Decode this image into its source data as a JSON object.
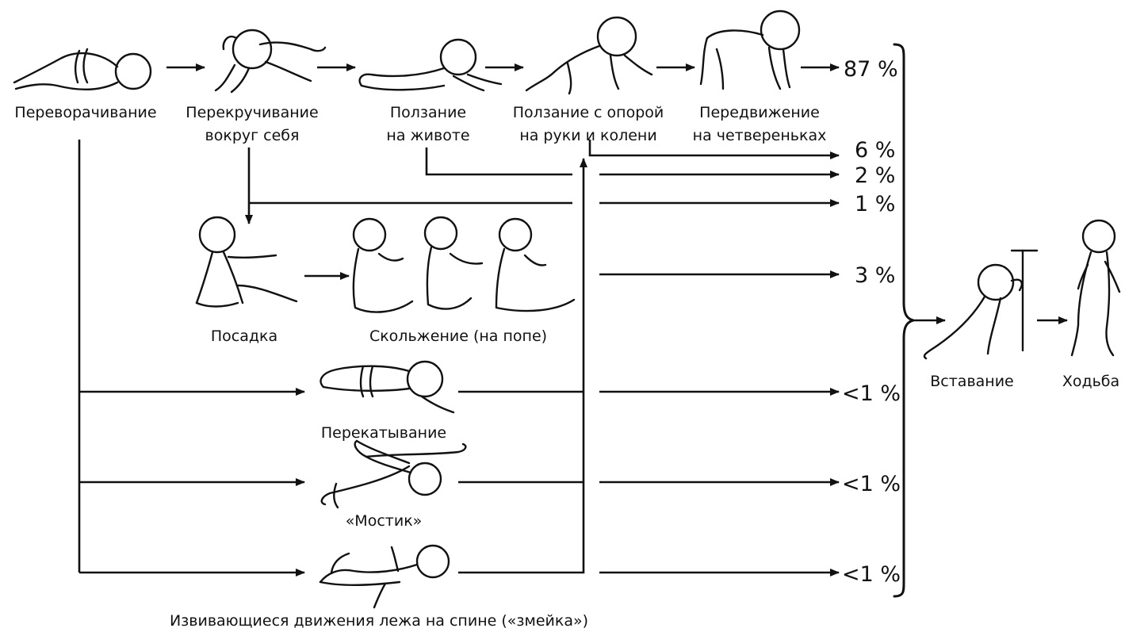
{
  "stages": {
    "rolling_over": "Переворачивание",
    "pivoting_1": "Перекручивание",
    "pivoting_2": "вокруг себя",
    "belly_crawl_1": "Ползание",
    "belly_crawl_2": "на животе",
    "hands_knees_1": "Ползание с опорой",
    "hands_knees_2": "на руки и колени",
    "all_fours_1": "Передвижение",
    "all_fours_2": "на четвереньках",
    "sitting": "Посадка",
    "bottom_shuffle": "Скольжение (на попе)",
    "log_rolling": "Перекатывание",
    "bridge": "«Мостик»",
    "wriggling": "Извивающиеся движения лежа на спине («змейка»)",
    "standing": "Вставание",
    "walking": "Ходьба"
  },
  "outcomes": {
    "p87": "87 %",
    "p6": "6 %",
    "p2": "2 %",
    "p1": "1 %",
    "p3": "3 %",
    "lt1_rolling": "<1 %",
    "lt1_bridge": "<1 %",
    "lt1_wriggling": "<1 %"
  },
  "colors": {
    "ink": "#111111",
    "background": "#ffffff"
  },
  "icons": [
    "baby-rolling-over-icon",
    "baby-pivoting-icon",
    "baby-belly-crawl-icon",
    "baby-hands-knees-crawl-icon",
    "baby-all-fours-icon",
    "baby-sitting-icon",
    "baby-bottom-shuffle-icon",
    "baby-log-rolling-icon",
    "baby-bridge-icon",
    "baby-wriggling-icon",
    "baby-standing-icon",
    "baby-walking-icon"
  ]
}
